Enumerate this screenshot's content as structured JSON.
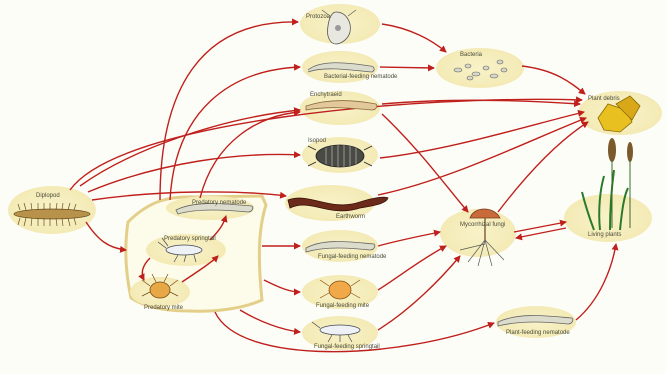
{
  "labels": {
    "detritivore": "Diplopod",
    "predator_nematode": "Predatory nematode",
    "predatory_springtail": "Predatory springtail",
    "predatory_mite": "Predatory mite",
    "protozoa": "Protozoa",
    "bacteria": "Bacteria",
    "bacterial_nematode": "Bacterial-feeding nematode",
    "enchytraeid": "Enchytraeid",
    "isopod": "Isopod",
    "earthworm": "Earthworm",
    "fungal_nematode": "Fungal-feeding nematode",
    "fungal_mite": "Fungal-feeding mite",
    "fungal_springtail": "Fungal-feeding springtail",
    "mycorrhizal": "Mycorrhizal fungi",
    "plant_nematode": "Plant-feeding nematode",
    "plant_debris": "Plant debris",
    "living_plants": "Living plants"
  },
  "colors": {
    "arrow": "#c0201c",
    "blob": "#f5efbe",
    "cage_outline": "#e0c878"
  }
}
